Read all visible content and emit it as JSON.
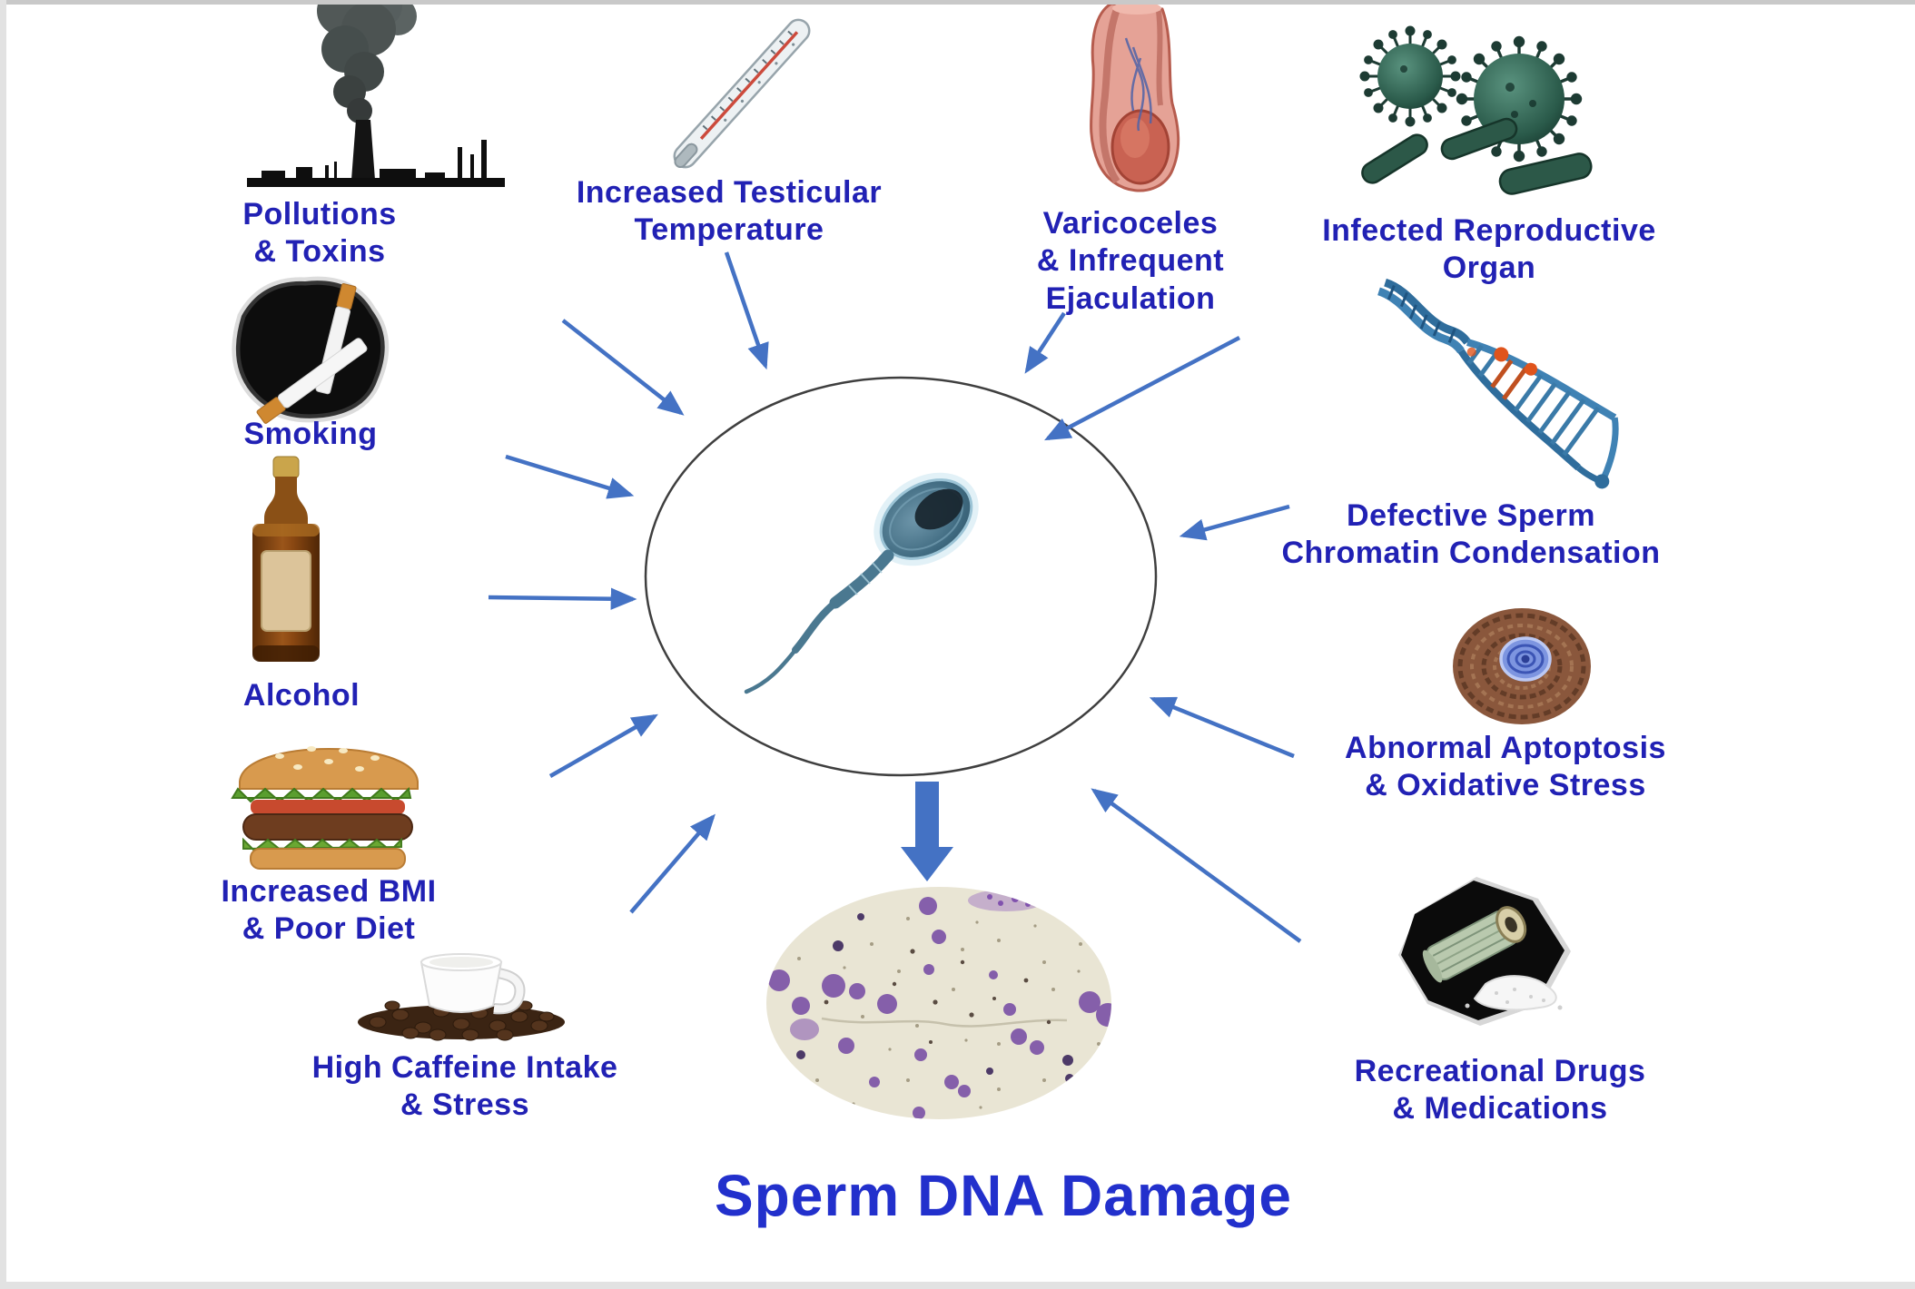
{
  "title": {
    "text": "Sperm DNA Damage"
  },
  "colors": {
    "label_text": "#2121b4",
    "title_text": "#2230cc",
    "arrow_blue": "#4472c4",
    "ellipse_outline": "#3f3f3f",
    "microscopy_background": "#e9e5d4",
    "stain_purple": "#7a50a6"
  },
  "center": {
    "name": "sperm cell inside ellipse",
    "icon": "sperm-cell-icon"
  },
  "outcome": {
    "name": "stained sperm smear micrograph",
    "icon": "stained-smear-micrograph-icon"
  },
  "causes": [
    {
      "id": "pollutions",
      "label": "Pollutions\n& Toxins",
      "icon": "factory-smokestack-icon"
    },
    {
      "id": "smoking",
      "label": "Smoking",
      "icon": "cigarettes-icon"
    },
    {
      "id": "alcohol",
      "label": "Alcohol",
      "icon": "whiskey-bottle-icon"
    },
    {
      "id": "bmi",
      "label": "Increased BMI\n& Poor Diet",
      "icon": "hamburger-icon"
    },
    {
      "id": "caffeine",
      "label": "High Caffeine Intake\n& Stress",
      "icon": "coffee-cup-beans-icon"
    },
    {
      "id": "temperature",
      "label": "Increased Testicular\nTemperature",
      "icon": "thermometer-icon"
    },
    {
      "id": "varicoceles",
      "label": "Varicoceles\n& Infrequent\nEjaculation",
      "icon": "testicle-anatomy-icon"
    },
    {
      "id": "infection",
      "label": "Infected Reproductive\nOrgan",
      "icon": "virus-bacteria-icon"
    },
    {
      "id": "chromatin",
      "label": "Defective Sperm\nChromatin Condensation",
      "icon": "dna-strand-icon"
    },
    {
      "id": "apoptosis",
      "label": "Abnormal Aptoptosis\n& Oxidative Stress",
      "icon": "cell-nucleus-icon"
    },
    {
      "id": "drugs",
      "label": "Recreational Drugs\n& Medications",
      "icon": "money-roll-powder-icon"
    }
  ]
}
